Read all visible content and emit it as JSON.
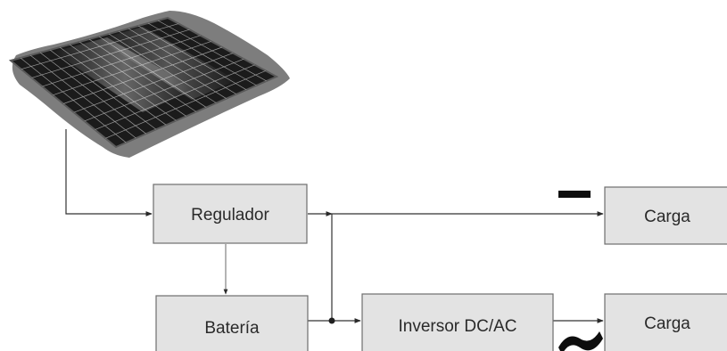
{
  "diagram": {
    "blocks": {
      "regulator": "Regulador",
      "battery": "Batería",
      "inverter": "Inversor DC/AC",
      "load_dc": "Carga",
      "load_ac": "Carga"
    },
    "symbols": {
      "dc_symbol": "dc-dash",
      "ac_symbol": "ac-tilde"
    },
    "icons": {
      "panel": "solar-panel-icon"
    }
  }
}
